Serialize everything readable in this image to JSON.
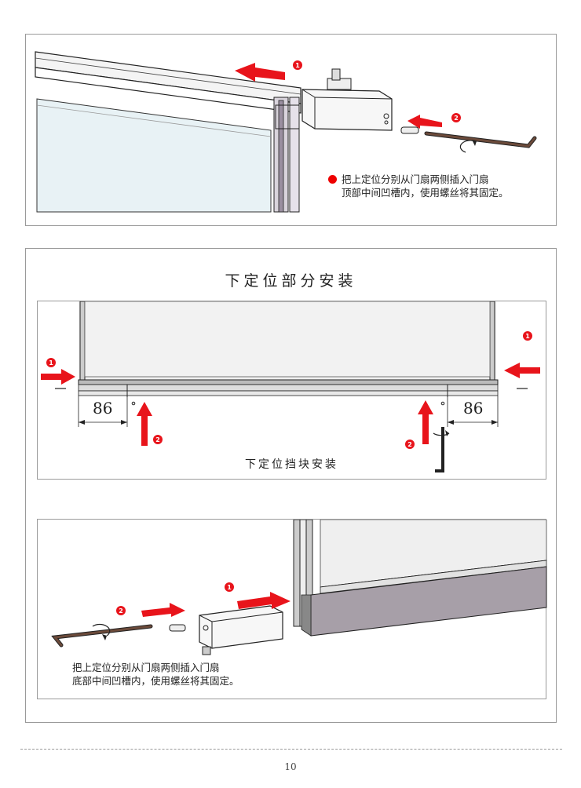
{
  "top_panel": {
    "caption_line1": "把上定位分别从门扇两侧插入门扇",
    "caption_line2": "顶部中间凹槽内，使用螺丝将其固定。",
    "marker_1": "1",
    "marker_2": "2"
  },
  "middle_section": {
    "title": "下定位部分安装",
    "dimension_left": "86",
    "dimension_right": "86",
    "marker_1": "1",
    "marker_2": "2",
    "caption": "下定位挡块安装"
  },
  "bottom_panel": {
    "caption_line1": "把上定位分别从门扇两侧插入门扇",
    "caption_line2": "底部中间凹槽内，使用螺丝将其固定。",
    "marker_1": "1",
    "marker_2": "2"
  },
  "page_number": "10",
  "colors": {
    "arrow": "#e8141b",
    "border": "#9a9a9a"
  }
}
